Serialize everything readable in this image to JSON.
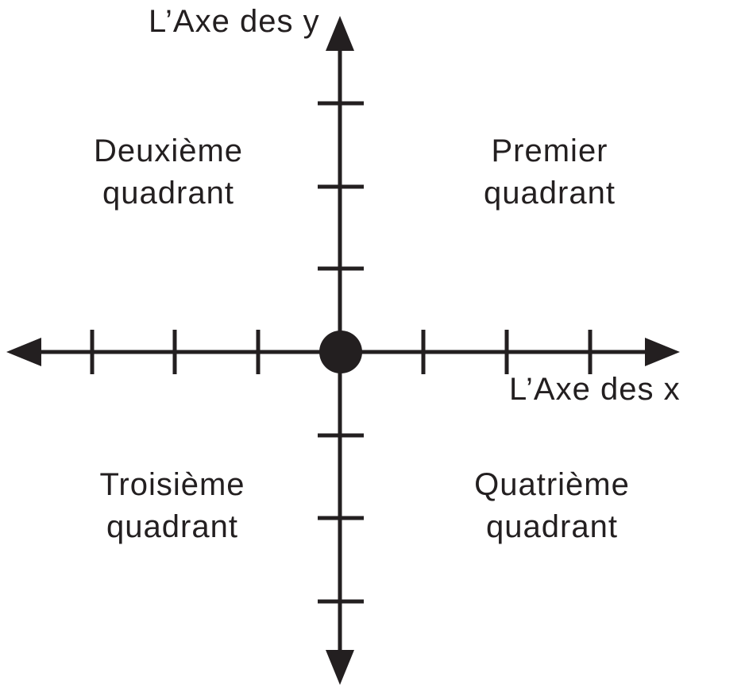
{
  "colors": {
    "ink": "#231f20",
    "background": "#ffffff"
  },
  "axis_labels": {
    "y": "L’Axe des y",
    "x": "L’Axe des x"
  },
  "quadrant_labels": {
    "first": "Premier\nquadrant",
    "second": "Deuxième\nquadrant",
    "third": "Troisième\nquadrant",
    "fourth": "Quatrième\nquadrant"
  }
}
